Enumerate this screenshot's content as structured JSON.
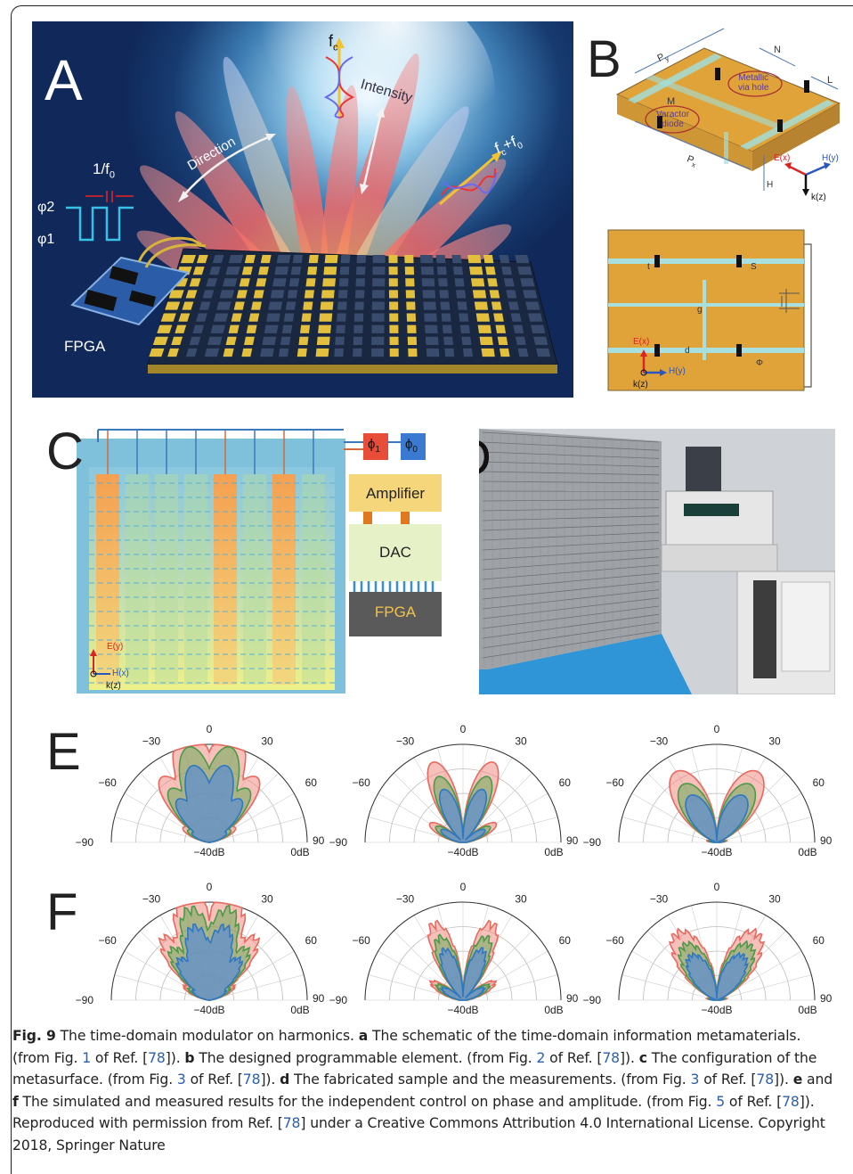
{
  "figure": {
    "panel_letters": [
      "A",
      "B",
      "C",
      "D",
      "E",
      "F"
    ],
    "panel_a": {
      "fc": "f",
      "fc_sub": "c",
      "intensity": "Intensity",
      "direction": "Direction",
      "fcf0": "f",
      "fcf0_sub1": "c",
      "fcf0_plus": "+f",
      "fcf0_sub2": "0",
      "period": "1/f",
      "period_sub": "0",
      "phi2": "φ2",
      "phi1": "φ1",
      "fpga": "FPGA"
    },
    "panel_b": {
      "py": "P",
      "py_sub": "y",
      "px": "P",
      "px_sub": "x",
      "n": "N",
      "l": "L",
      "m": "M",
      "h": "H",
      "metallic": "Metallic",
      "via_hole": "via hole",
      "varactor": "Varactor",
      "diode": "diode",
      "ex": "E(x)",
      "hy": "H(y)",
      "kz": "k(z)",
      "t": "t",
      "s": "S",
      "g": "g",
      "d": "d",
      "phi": "Φ",
      "ex2": "E(x)",
      "hy2": "H(y)",
      "kz2": "k(z)"
    },
    "panel_c": {
      "phi1": "ϕ",
      "phi1_sub": "1",
      "phi0": "ϕ",
      "phi0_sub": "0",
      "amplifier": "Amplifier",
      "dac": "DAC",
      "fpga": "FPGA",
      "ey": "E(y)",
      "hx": "H(x)",
      "kz": "k(z)"
    },
    "polar_labels": {
      "zero": "0",
      "m30": "−30",
      "p30": "30",
      "m60": "−60",
      "p60": "60",
      "m90": "−90",
      "p90": "90",
      "db40": "−40dB",
      "db0": "0dB"
    },
    "colors": {
      "red": "#e8695e",
      "green": "#4a9a48",
      "blue": "#2f78c4"
    }
  },
  "caption": {
    "fig_label": "Fig. 9",
    "s1": " The time-domain modulator on harmonics. ",
    "a": "a",
    "s2": " The schematic of the time-domain information metamaterials. (from Fig. ",
    "r1": "1",
    "s3": " of Ref. [",
    "r78a": "78",
    "s4": "]). ",
    "b": "b",
    "s5": " The designed programmable element. (from Fig. ",
    "r2": "2",
    "s6": " of Ref. [",
    "r78b": "78",
    "s7": "]). ",
    "c": "c",
    "s8": " The configuration of the metasurface. (from Fig. ",
    "r3": "3",
    "s9": " of Ref. [",
    "r78c": "78",
    "s10": "]). ",
    "d": "d",
    "s11": " The fabricated sample and the measurements. (from Fig. ",
    "r3b": "3",
    "s12": " of Ref. [",
    "r78d": "78",
    "s13": "]). ",
    "e": "e",
    "s14": " and ",
    "f": "f",
    "s15": " The simulated and measured results for the independent control on phase and amplitude. (from Fig. ",
    "r5": "5",
    "s16": " of Ref. [",
    "r78e": "78",
    "s17": "]). Reproduced with permission from Ref. [",
    "r78f": "78",
    "s18": "] under a Creative Commons Attribution 4.0 International License. Copyright 2018, Springer Nature"
  }
}
